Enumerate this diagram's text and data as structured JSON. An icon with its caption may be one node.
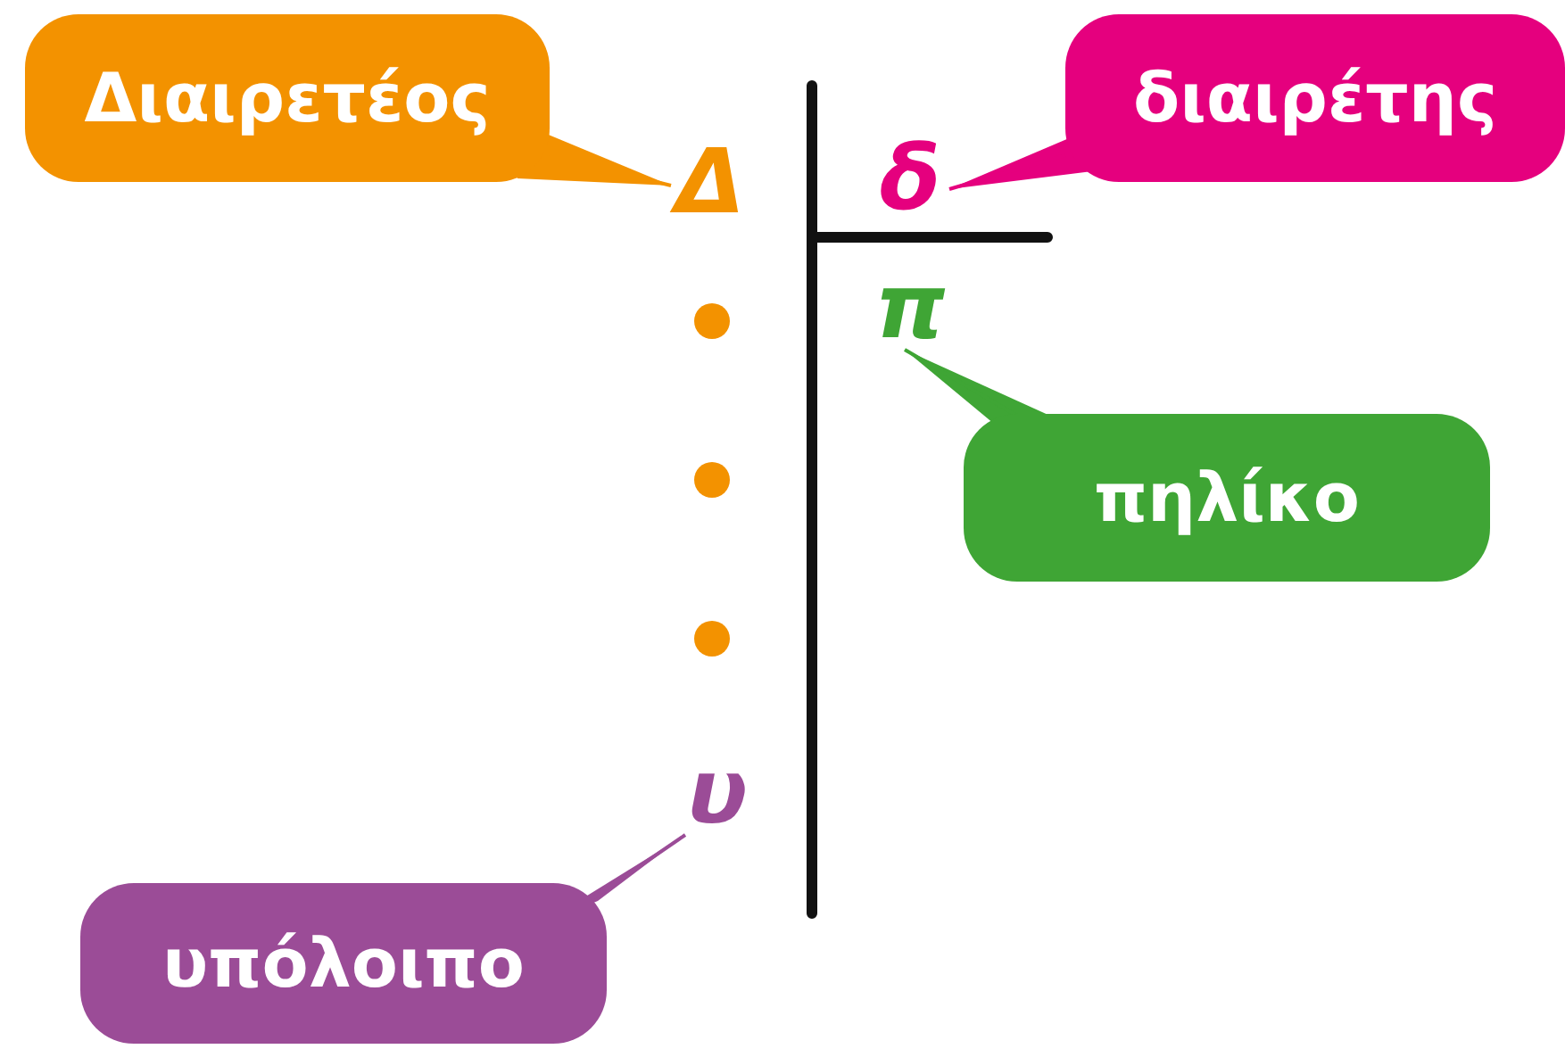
{
  "diagram": {
    "nodes": [
      {
        "text": [
          "Διαιρετέος"
        ]
      },
      {
        "text": [
          "Δ"
        ]
      },
      {
        "text": [
          "δ"
        ]
      },
      {
        "text": [
          "διαιρέτης"
        ]
      },
      {
        "text": [
          "π"
        ]
      },
      {
        "text": [
          "πηλίκο"
        ]
      },
      {
        "text": [
          "υ"
        ]
      },
      {
        "text": [
          "υπόλοιπο"
        ]
      }
    ],
    "edges": [
      {
        "from": 0,
        "to": 1,
        "arrow": "none",
        "color": "#f39200"
      },
      {
        "from": 3,
        "to": 2,
        "arrow": "none",
        "color": "#e5007e"
      },
      {
        "from": 5,
        "to": 4,
        "arrow": "none",
        "color": "#3fa535"
      },
      {
        "from": 7,
        "to": 6,
        "arrow": "none",
        "color": "#9b4c97"
      }
    ]
  }
}
